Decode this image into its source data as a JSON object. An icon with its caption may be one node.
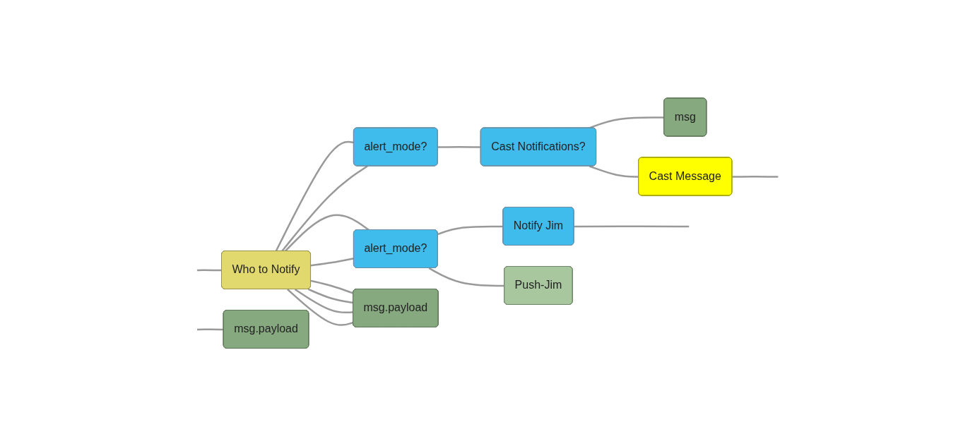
{
  "diagram": {
    "nodes": [
      {
        "text": [
          "msg"
        ]
      },
      {
        "text": [
          "Cast Notifications?"
        ]
      },
      {
        "text": [
          "Cast Message"
        ]
      },
      {
        "text": [
          "alert_mode?"
        ]
      },
      {
        "text": [
          "Notify Jim"
        ]
      },
      {
        "text": [
          "Who to Notify"
        ]
      },
      {
        "text": [
          "alert_mode?"
        ]
      },
      {
        "text": [
          "Push-Jim"
        ]
      },
      {
        "text": [
          "msg.payload"
        ]
      },
      {
        "text": [
          "msg.payload"
        ]
      }
    ],
    "edges": [
      {
        "from": null,
        "to": 5,
        "arrow": "none"
      },
      {
        "from": null,
        "to": 8,
        "arrow": "none"
      },
      {
        "from": 5,
        "to": 3,
        "arrow": "none"
      },
      {
        "from": 5,
        "to": 3,
        "arrow": "none"
      },
      {
        "from": 5,
        "to": 6,
        "arrow": "none"
      },
      {
        "from": 5,
        "to": 6,
        "arrow": "none"
      },
      {
        "from": 5,
        "to": 9,
        "arrow": "none"
      },
      {
        "from": 5,
        "to": 9,
        "arrow": "none"
      },
      {
        "from": 5,
        "to": 9,
        "arrow": "none"
      },
      {
        "from": 5,
        "to": 9,
        "arrow": "none"
      },
      {
        "from": 3,
        "to": 1,
        "arrow": "none"
      },
      {
        "from": 1,
        "to": 0,
        "arrow": "none"
      },
      {
        "from": 1,
        "to": 2,
        "arrow": "none"
      },
      {
        "from": 6,
        "to": 4,
        "arrow": "none"
      },
      {
        "from": 6,
        "to": 7,
        "arrow": "none"
      },
      {
        "from": 4,
        "to": null,
        "arrow": "none"
      },
      {
        "from": 2,
        "to": null,
        "arrow": "none"
      }
    ]
  }
}
